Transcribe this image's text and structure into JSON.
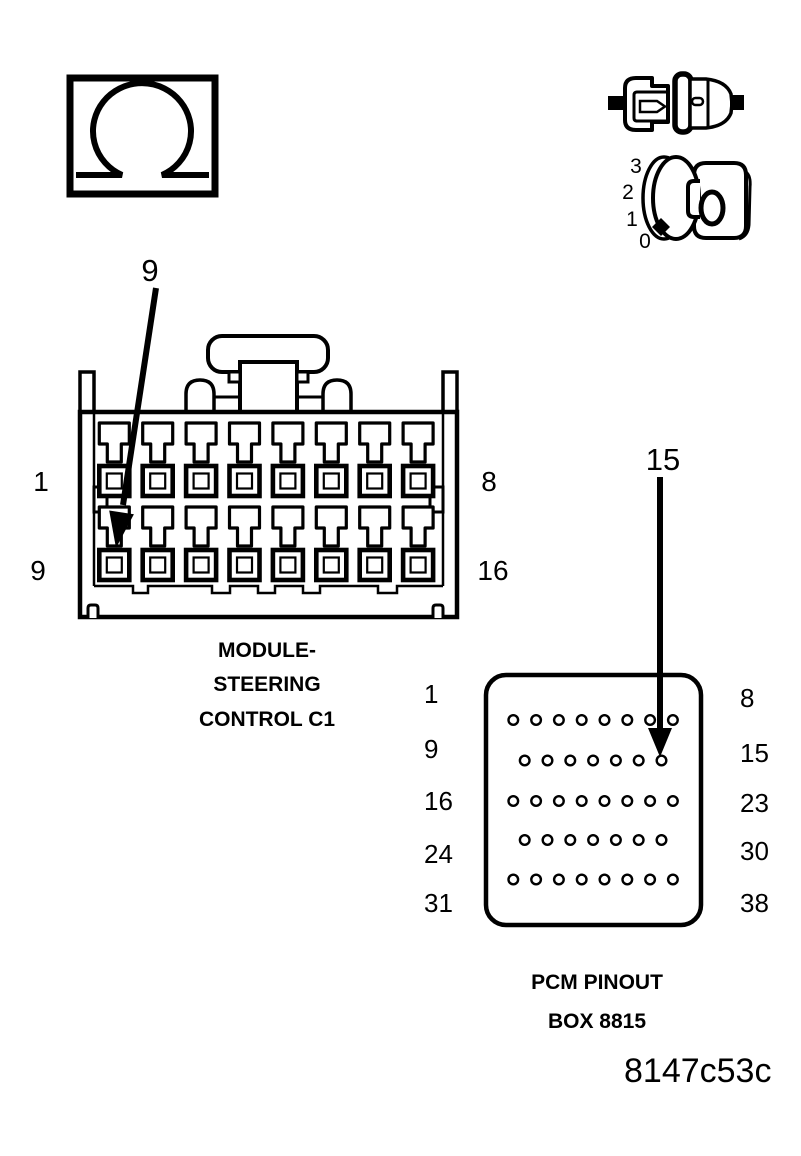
{
  "figure": {
    "code": "8147c53c"
  },
  "colors": {
    "line": "#000000",
    "background": "#ffffff"
  },
  "ohmmeter_symbol": {
    "meaning": "ohmmeter"
  },
  "dial_symbol": {
    "ticks": [
      "3",
      "2",
      "1",
      "0"
    ],
    "reading": "0"
  },
  "steering_connector": {
    "callout": {
      "label": "9"
    },
    "pin_labels": {
      "row1_left": "1",
      "row1_right": "8",
      "row2_left": "9",
      "row2_right": "16"
    },
    "columns": 8,
    "rows": 2,
    "caption_lines": [
      "MODULE-",
      "STEERING",
      "CONTROL C1"
    ]
  },
  "pcm_box": {
    "callout": {
      "label": "15"
    },
    "rows": [
      {
        "left": "1",
        "right": "8",
        "pins": 8
      },
      {
        "left": "9",
        "right": "15",
        "pins": 7
      },
      {
        "left": "16",
        "right": "23",
        "pins": 8
      },
      {
        "left": "24",
        "right": "30",
        "pins": 7
      },
      {
        "left": "31",
        "right": "38",
        "pins": 8
      }
    ],
    "caption_lines": [
      "PCM PINOUT",
      "BOX 8815"
    ]
  }
}
